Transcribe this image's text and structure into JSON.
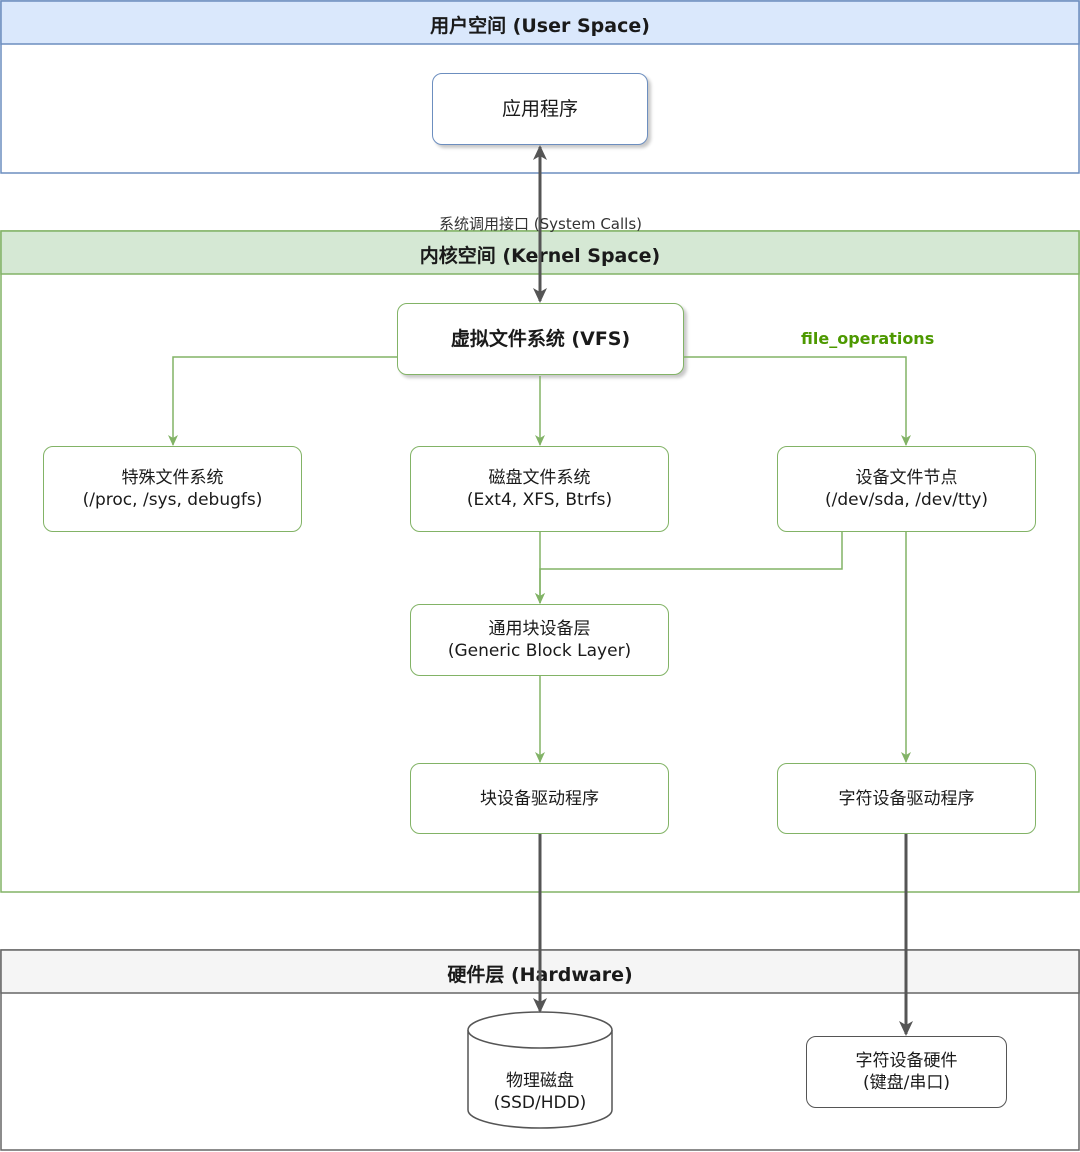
{
  "lanes": {
    "user": "用户空间 (User Space)",
    "kernel": "内核空间 (Kernel Space)",
    "hardware": "硬件层 (Hardware)"
  },
  "nodes": {
    "app": "应用程序",
    "vfs": "虚拟文件系统 (VFS)",
    "special_fs": {
      "line1": "特殊文件系统",
      "line2": "(/proc, /sys, debugfs)"
    },
    "disk_fs": {
      "line1": "磁盘文件系统",
      "line2": "(Ext4, XFS, Btrfs)"
    },
    "device_nodes": {
      "line1": "设备文件节点",
      "line2": "(/dev/sda, /dev/tty)"
    },
    "block_layer": {
      "line1": "通用块设备层",
      "line2": "(Generic Block Layer)"
    },
    "block_driver": "块设备驱动程序",
    "char_driver": "字符设备驱动程序",
    "physical_disk": {
      "line1": "物理磁盘",
      "line2": "(SSD/HDD)"
    },
    "char_hardware": {
      "line1": "字符设备硬件",
      "line2": "(键盘/串口)"
    }
  },
  "edge_labels": {
    "syscalls": "系统调用接口 (System Calls)",
    "file_operations": "file_operations"
  },
  "colors": {
    "user_fill": "#dae8fc",
    "user_stroke": "#6c8ebf",
    "kernel_fill": "#d5e8d4",
    "kernel_stroke": "#82b366",
    "hardware_fill": "#f5f5f5",
    "hardware_stroke": "#666666",
    "green_label": "#4d9900",
    "arrow_dark": "#555555"
  }
}
